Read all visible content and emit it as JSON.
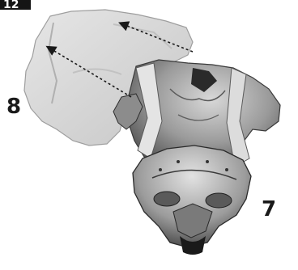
{
  "step_number": "12",
  "parts": [
    {
      "id": "backplate",
      "label": "8"
    },
    {
      "id": "chest",
      "label": "7"
    }
  ],
  "colors": {
    "badge_bg": "#151515",
    "backplate": "#d9d9d9",
    "chest": "#9a9a9a",
    "ink": "#1a1a1a"
  }
}
